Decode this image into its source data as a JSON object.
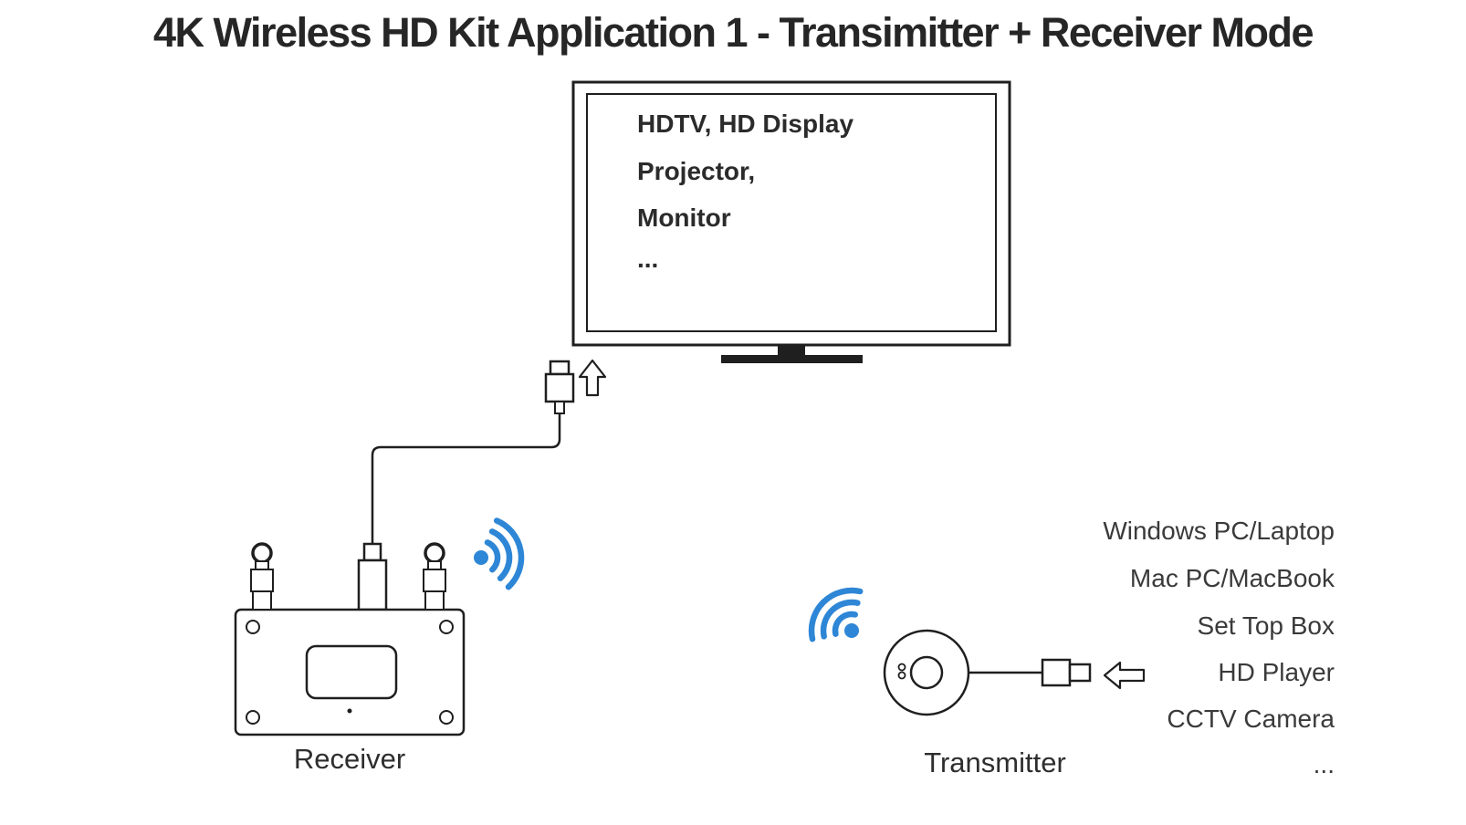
{
  "title": "4K Wireless HD Kit Application 1 - Transimitter + Receiver Mode",
  "display": {
    "lines": [
      "HDTV, HD Display",
      "Projector,",
      "Monitor",
      "..."
    ]
  },
  "receiver": {
    "label": "Receiver"
  },
  "transmitter": {
    "label": "Transmitter"
  },
  "sources": {
    "items": [
      "Windows PC/Laptop",
      "Mac PC/MacBook",
      "Set Top Box",
      "HD Player",
      "CCTV Camera",
      "..."
    ]
  },
  "icons": {
    "wifi_receiver": "wifi-signal-icon",
    "wifi_transmitter": "wifi-signal-icon",
    "up_arrow": "up-arrow-icon",
    "left_arrow": "left-arrow-icon",
    "antenna": "antenna-icon",
    "hdmi_plug": "hdmi-plug-icon"
  },
  "colors": {
    "wifi": "#2e86d6",
    "ink": "#1f1f1f",
    "text": "#3a3a3a"
  }
}
